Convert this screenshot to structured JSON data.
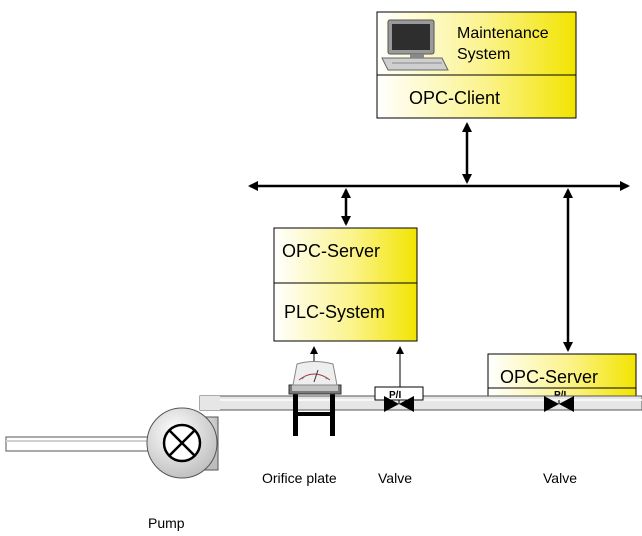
{
  "maintenance": {
    "line1": "Maintenance",
    "line2": "System",
    "client": "OPC-Client",
    "icon": "computer-icon"
  },
  "plc": {
    "server": "OPC-Server",
    "system": "PLC-System"
  },
  "server_right": {
    "label": "OPC-Server",
    "pi": "P/I"
  },
  "pi_left": "P/I",
  "labels": {
    "orifice": "Orifice plate",
    "valve1": "Valve",
    "valve2": "Valve",
    "pump": "Pump"
  },
  "colors": {
    "gradient_start": "#ffffff",
    "gradient_end": "#f4e800",
    "pipe": "#c8c8c8"
  }
}
